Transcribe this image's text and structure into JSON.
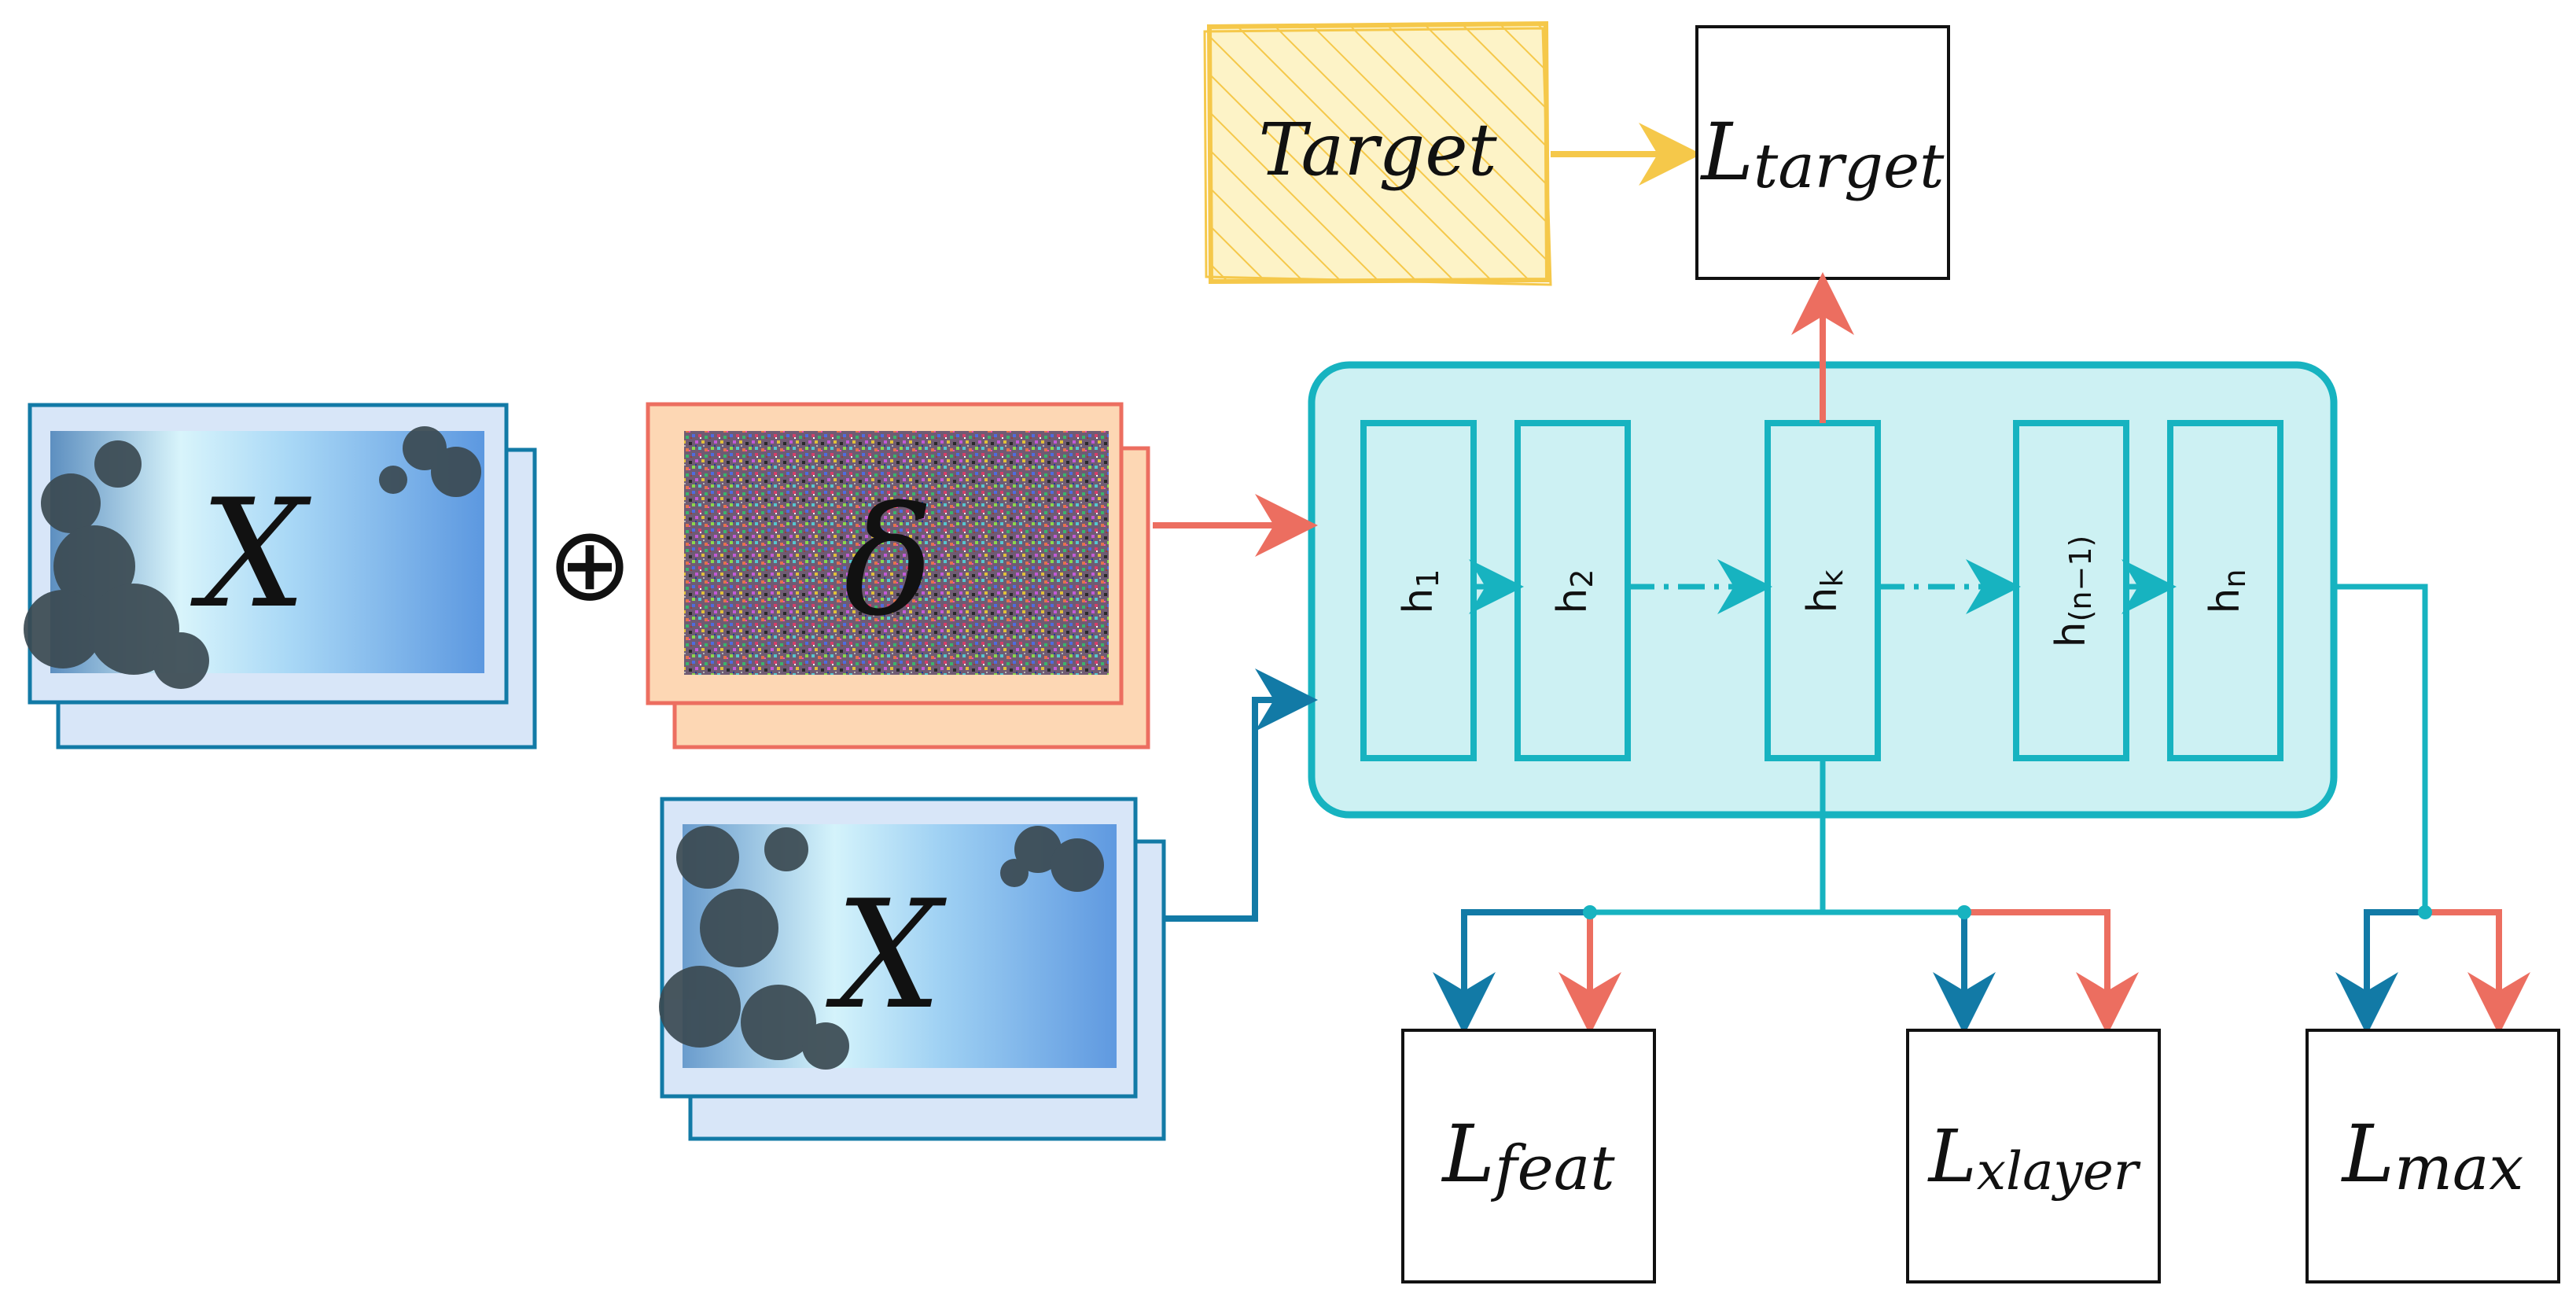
{
  "colors": {
    "teal": "#17b3c0",
    "teal_fill": "#cdf1f3",
    "blue": "#127aa6",
    "red": "#ec6e60",
    "orange_fill": "#fdd7b4",
    "yellow": "#f5c84a",
    "yellow_fill": "#fdf3c7",
    "image_frame_fill": "#d8e6f8"
  },
  "inputs": {
    "clean_image_symbol": "X",
    "perturbation_symbol": "δ",
    "reference_image_symbol": "X",
    "combine_operator": "⊕"
  },
  "target": {
    "label": "Target"
  },
  "losses": {
    "target": {
      "main": "L",
      "sub": "target"
    },
    "feat": {
      "main": "L",
      "sub": "feat"
    },
    "xlayer": {
      "main": "L",
      "sub": "xlayer"
    },
    "max": {
      "main": "L",
      "sub": "max"
    }
  },
  "layers": [
    {
      "main": "h",
      "sub": "1"
    },
    {
      "main": "h",
      "sub": "2"
    },
    {
      "main": "h",
      "sub": "k"
    },
    {
      "main": "h",
      "sub": "(n−1)"
    },
    {
      "main": "h",
      "sub": "n"
    }
  ]
}
